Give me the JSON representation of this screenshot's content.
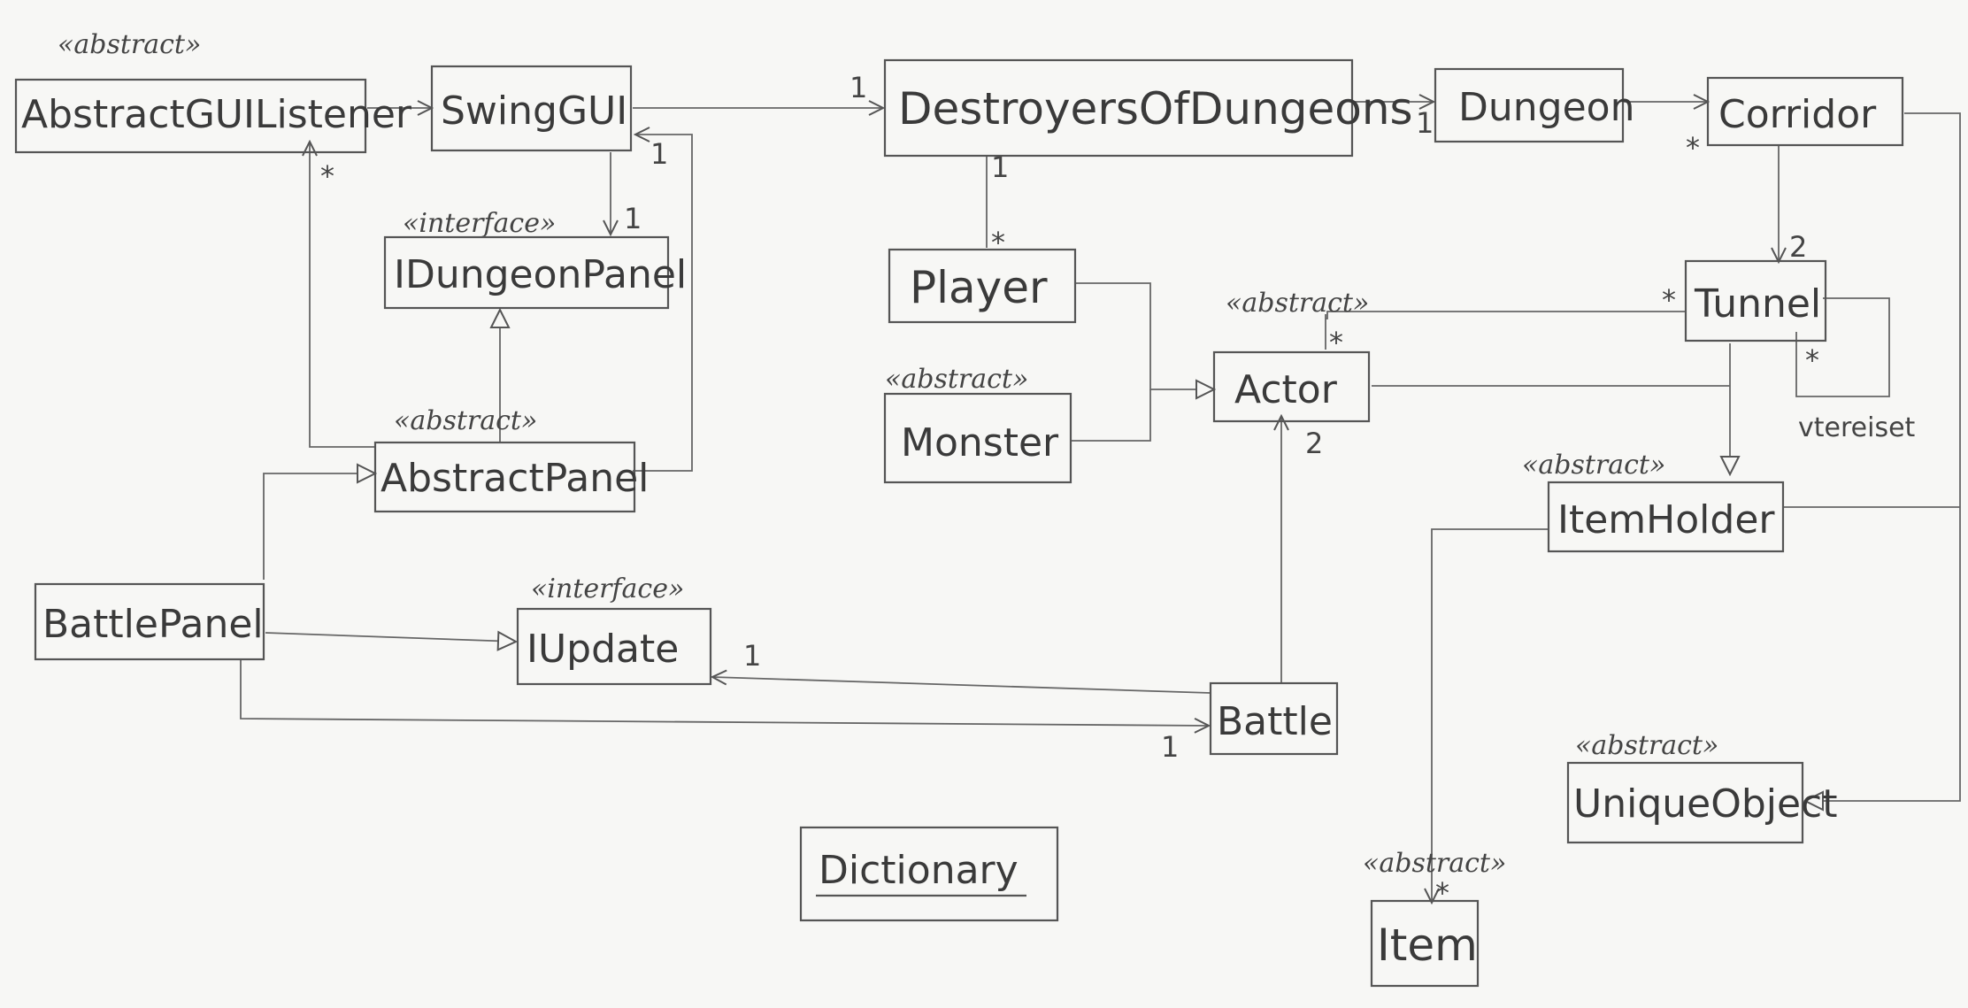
{
  "classes": {
    "abstract_gui_listener": {
      "name": "AbstractGUIListener",
      "stereotype": "«abstract»"
    },
    "swing_gui": {
      "name": "SwingGUI"
    },
    "destroyers_of_dungeons": {
      "name": "DestroyersOfDungeons"
    },
    "dungeon": {
      "name": "Dungeon"
    },
    "corridor": {
      "name": "Corridor"
    },
    "idungeon_panel": {
      "name": "IDungeonPanel",
      "stereotype": "«interface»"
    },
    "player": {
      "name": "Player"
    },
    "tunnel": {
      "name": "Tunnel"
    },
    "actor": {
      "name": "Actor",
      "stereotype": "«abstract»"
    },
    "monster": {
      "name": "Monster",
      "stereotype": "«abstract»"
    },
    "abstract_panel": {
      "name": "AbstractPanel",
      "stereotype": "«abstract»"
    },
    "item_holder": {
      "name": "ItemHolder",
      "stereotype": "«abstract»"
    },
    "battle_panel": {
      "name": "BattlePanel"
    },
    "iupdate": {
      "name": "IUpdate",
      "stereotype": "«interface»"
    },
    "battle": {
      "name": "Battle"
    },
    "unique_object": {
      "name": "UniqueObject",
      "stereotype": "«abstract»"
    },
    "dictionary": {
      "name": "Dictionary"
    },
    "item": {
      "name": "Item",
      "stereotype": "«abstract»"
    }
  },
  "multiplicities": {
    "swing_to_dod": "1",
    "dod_to_dungeon": "1",
    "dungeon_to_corridor": "*",
    "panel_to_listener": "*",
    "panel_to_swing": "1",
    "swing_to_idungeon": "1",
    "dod_to_player_top": "1",
    "dod_to_player_bottom": "*",
    "corridor_to_tunnel": "2",
    "tunnel_to_actor_tunnel": "*",
    "tunnel_to_actor_actor": "*",
    "tunnel_self": "*",
    "battle_to_actor": "2",
    "battle_to_iupdate": "1",
    "panel_to_battle": "1",
    "holder_to_item": "*"
  },
  "notes": {
    "tunnel_self_label": "vtereiset"
  }
}
